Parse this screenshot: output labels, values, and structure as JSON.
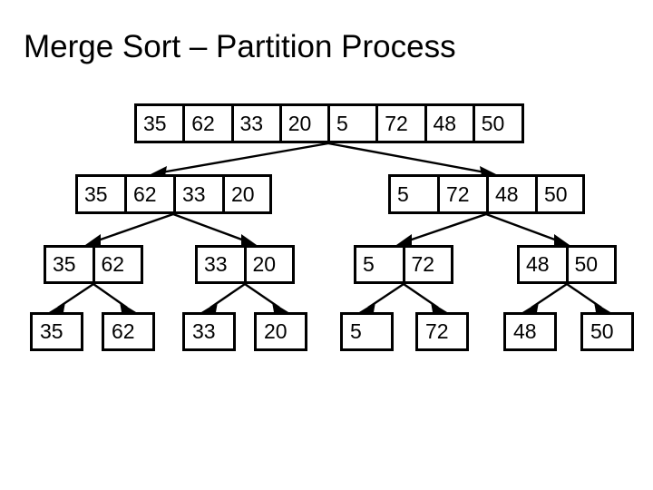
{
  "slide": {
    "title": "Merge Sort – Partition Process",
    "background_color": "#ffffff",
    "ink_color": "#000000"
  },
  "levels": [
    {
      "name": "level-0-whole-array",
      "groups": [
        {
          "name": "group-0-0",
          "values": [
            "35",
            "62",
            "33",
            "20",
            "5",
            "72",
            "48",
            "50"
          ]
        }
      ]
    },
    {
      "name": "level-1-halves",
      "groups": [
        {
          "name": "group-1-0",
          "values": [
            "35",
            "62",
            "33",
            "20"
          ]
        },
        {
          "name": "group-1-1",
          "values": [
            "5",
            "72",
            "48",
            "50"
          ]
        }
      ]
    },
    {
      "name": "level-2-quarters",
      "groups": [
        {
          "name": "group-2-0",
          "values": [
            "35",
            "62"
          ]
        },
        {
          "name": "group-2-1",
          "values": [
            "33",
            "20"
          ]
        },
        {
          "name": "group-2-2",
          "values": [
            "5",
            "72"
          ]
        },
        {
          "name": "group-2-3",
          "values": [
            "48",
            "50"
          ]
        }
      ]
    },
    {
      "name": "level-3-singletons",
      "groups": [
        {
          "name": "group-3-0",
          "values": [
            "35"
          ]
        },
        {
          "name": "group-3-1",
          "values": [
            "62"
          ]
        },
        {
          "name": "group-3-2",
          "values": [
            "33"
          ]
        },
        {
          "name": "group-3-3",
          "values": [
            "20"
          ]
        },
        {
          "name": "group-3-4",
          "values": [
            "5"
          ]
        },
        {
          "name": "group-3-5",
          "values": [
            "72"
          ]
        },
        {
          "name": "group-3-6",
          "values": [
            "48"
          ]
        },
        {
          "name": "group-3-7",
          "values": [
            "50"
          ]
        }
      ]
    }
  ],
  "cells": {
    "l0": {
      "c0": "35",
      "c1": "62",
      "c2": "33",
      "c3": "20",
      "c4": "5",
      "c5": "72",
      "c6": "48",
      "c7": "50"
    },
    "l1a": {
      "c0": "35",
      "c1": "62",
      "c2": "33",
      "c3": "20"
    },
    "l1b": {
      "c0": "5",
      "c1": "72",
      "c2": "48",
      "c3": "50"
    },
    "l2a": {
      "c0": "35",
      "c1": "62"
    },
    "l2b": {
      "c0": "33",
      "c1": "20"
    },
    "l2c": {
      "c0": "5",
      "c1": "72"
    },
    "l2d": {
      "c0": "48",
      "c1": "50"
    },
    "l3": {
      "c0": "35",
      "c1": "62",
      "c2": "33",
      "c3": "20",
      "c4": "5",
      "c5": "72",
      "c6": "48",
      "c7": "50"
    }
  }
}
